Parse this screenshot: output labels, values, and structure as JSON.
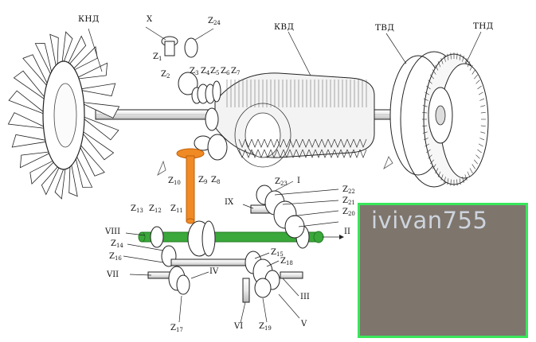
{
  "labels": {
    "knd": "КНД",
    "kvd": "КВД",
    "tvd": "ТВД",
    "tnd": "ТНД",
    "x": "X",
    "z1": "1",
    "z2": "2",
    "z3": "3",
    "z4": "4",
    "z5": "5",
    "z6": "6",
    "z7": "7",
    "z8": "8",
    "z9": "9",
    "z10": "10",
    "z11": "11",
    "z12": "12",
    "z13": "13",
    "z14": "14",
    "z15": "15",
    "z16": "16",
    "z17": "17",
    "z18": "18",
    "z19": "19",
    "z20": "20",
    "z21": "21",
    "z22": "22",
    "z23": "23",
    "z24": "24",
    "r1": "I",
    "r2": "II",
    "r3": "III",
    "r4": "IV",
    "r5": "V",
    "r6": "VI",
    "r7": "VII",
    "r8": "VIII",
    "r9": "IX",
    "z_letter": "Z"
  },
  "watermark": "ivivan755",
  "colors": {
    "highlight_shaft_green": "#3aa83a",
    "highlight_shaft_orange": "#f08a24",
    "photo_border": "#39e65a"
  }
}
